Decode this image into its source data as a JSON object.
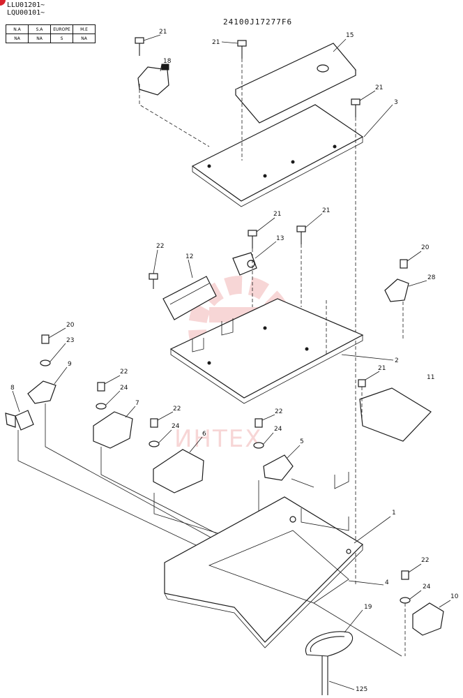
{
  "document": {
    "part_number": "24100J17277F6",
    "serials": [
      "LLU01201~",
      "LQU00101~"
    ]
  },
  "region_table": {
    "headers": [
      "N.A",
      "S.A",
      "EUROPE",
      "M.E"
    ],
    "values": [
      "NA",
      "NA",
      "S",
      "NA"
    ]
  },
  "watermark": {
    "text": "ИНТЕХ",
    "color": "#f2b5b5"
  },
  "callouts": [
    {
      "id": "c21a",
      "label": "21"
    },
    {
      "id": "c21b",
      "label": "21"
    },
    {
      "id": "c15",
      "label": "15"
    },
    {
      "id": "c18",
      "label": "18"
    },
    {
      "id": "c21c",
      "label": "21"
    },
    {
      "id": "c3",
      "label": "3"
    },
    {
      "id": "c21d",
      "label": "21"
    },
    {
      "id": "c21e",
      "label": "21"
    },
    {
      "id": "c22a",
      "label": "22"
    },
    {
      "id": "c13",
      "label": "13"
    },
    {
      "id": "c12",
      "label": "12"
    },
    {
      "id": "c20a",
      "label": "20"
    },
    {
      "id": "c28",
      "label": "28"
    },
    {
      "id": "c20b",
      "label": "20"
    },
    {
      "id": "c23",
      "label": "23"
    },
    {
      "id": "c9",
      "label": "9"
    },
    {
      "id": "c2",
      "label": "2"
    },
    {
      "id": "c21f",
      "label": "21"
    },
    {
      "id": "c11",
      "label": "11"
    },
    {
      "id": "c22b",
      "label": "22"
    },
    {
      "id": "c24a",
      "label": "24"
    },
    {
      "id": "c8",
      "label": "8"
    },
    {
      "id": "c7",
      "label": "7"
    },
    {
      "id": "c22c",
      "label": "22"
    },
    {
      "id": "c24b",
      "label": "24"
    },
    {
      "id": "c22d",
      "label": "22"
    },
    {
      "id": "c24c",
      "label": "24"
    },
    {
      "id": "c6",
      "label": "6"
    },
    {
      "id": "c5",
      "label": "5"
    },
    {
      "id": "c1",
      "label": "1"
    },
    {
      "id": "c4",
      "label": "4"
    },
    {
      "id": "c22e",
      "label": "22"
    },
    {
      "id": "c24d",
      "label": "24"
    },
    {
      "id": "c10",
      "label": "10"
    },
    {
      "id": "c19",
      "label": "19"
    },
    {
      "id": "c25",
      "label": "125"
    }
  ]
}
